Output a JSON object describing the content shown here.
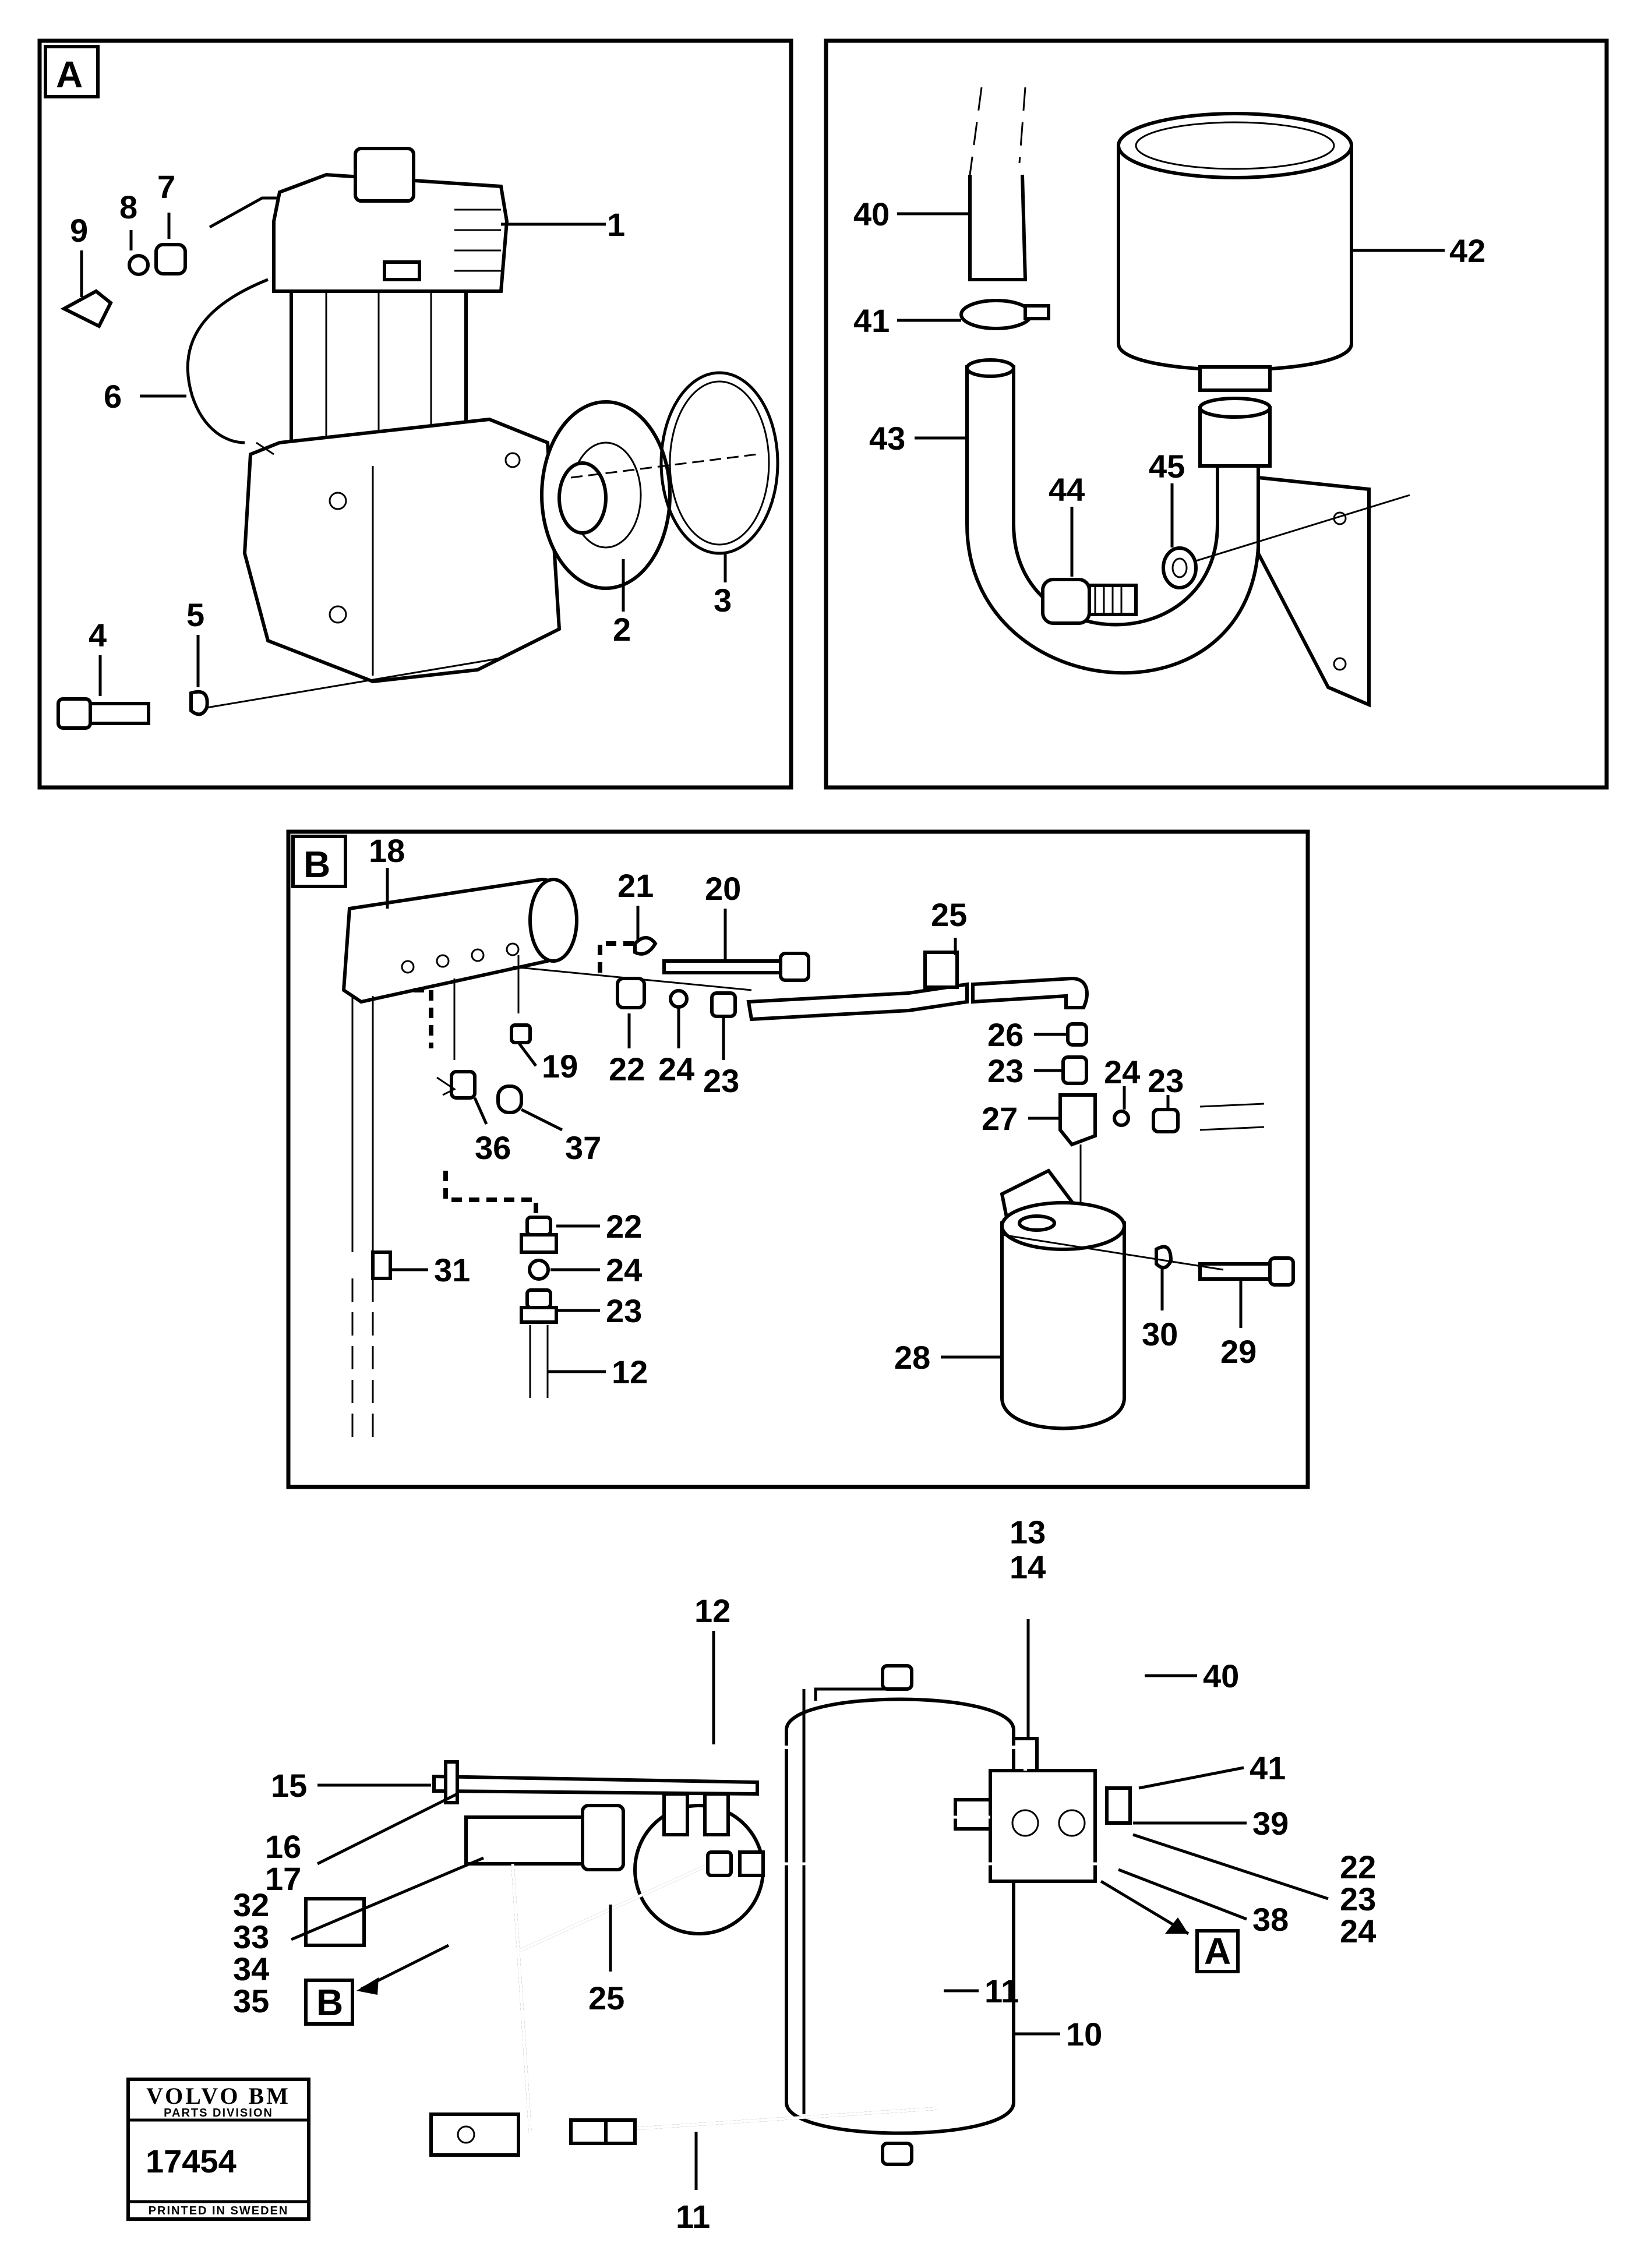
{
  "panels": {
    "a_label": "A",
    "b_label": "B",
    "a_ref_label": "A",
    "b_ref_label": "B"
  },
  "callouts": {
    "c1": "1",
    "c2": "2",
    "c3": "3",
    "c4": "4",
    "c5": "5",
    "c6": "6",
    "c7": "7",
    "c8": "8",
    "c9": "9",
    "c40a": "40",
    "c41a": "41",
    "c42": "42",
    "c43": "43",
    "c44": "44",
    "c45": "45",
    "c18": "18",
    "c21": "21",
    "c20": "20",
    "c25a": "25",
    "c26": "26",
    "c23a": "23",
    "c24a": "24",
    "c23b": "23",
    "c27": "27",
    "c22a": "22",
    "c24b": "24",
    "c23c": "23",
    "c19": "19",
    "c36": "36",
    "c37": "37",
    "c22b": "22",
    "c24c": "24",
    "c23d": "23",
    "c31": "31",
    "c12a": "12",
    "c28": "28",
    "c30": "30",
    "c29": "29",
    "c13": "13",
    "c14": "14",
    "c12b": "12",
    "c40b": "40",
    "c41b": "41",
    "c39": "39",
    "c15": "15",
    "c16": "16",
    "c17": "17",
    "c32": "32",
    "c33": "33",
    "c34": "34",
    "c35": "35",
    "c22c": "22",
    "c23e": "23",
    "c24d": "24",
    "c38": "38",
    "c11a": "11",
    "c25b": "25",
    "c10": "10",
    "c11b": "11"
  },
  "logo": {
    "brand": "VOLVO BM",
    "division": "PARTS DIVISION",
    "number": "17454",
    "printed": "PRINTED IN SWEDEN"
  }
}
